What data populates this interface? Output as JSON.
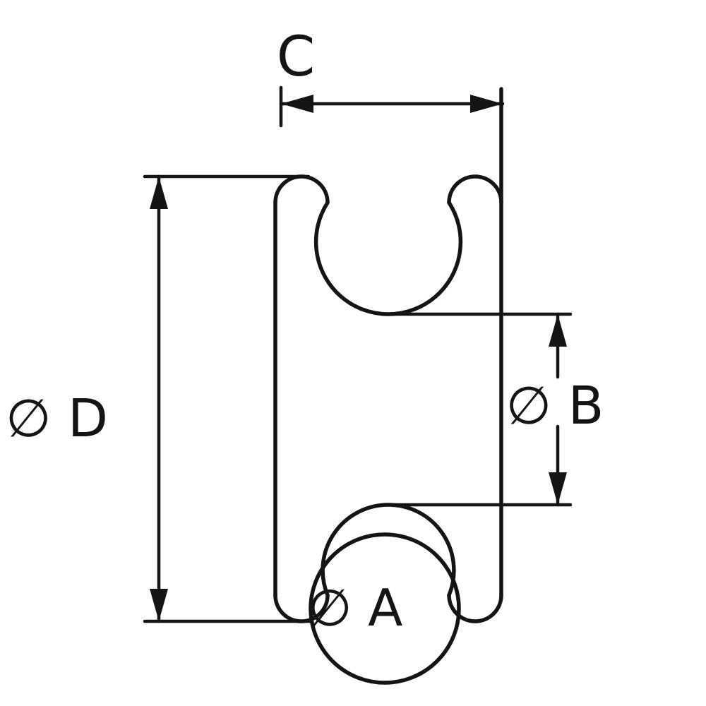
{
  "drawing": {
    "background": "#ffffff",
    "line_color": "#141414",
    "labels": {
      "c": "C",
      "d": "∅ D",
      "b": "∅ B",
      "a": "∅ A"
    }
  }
}
